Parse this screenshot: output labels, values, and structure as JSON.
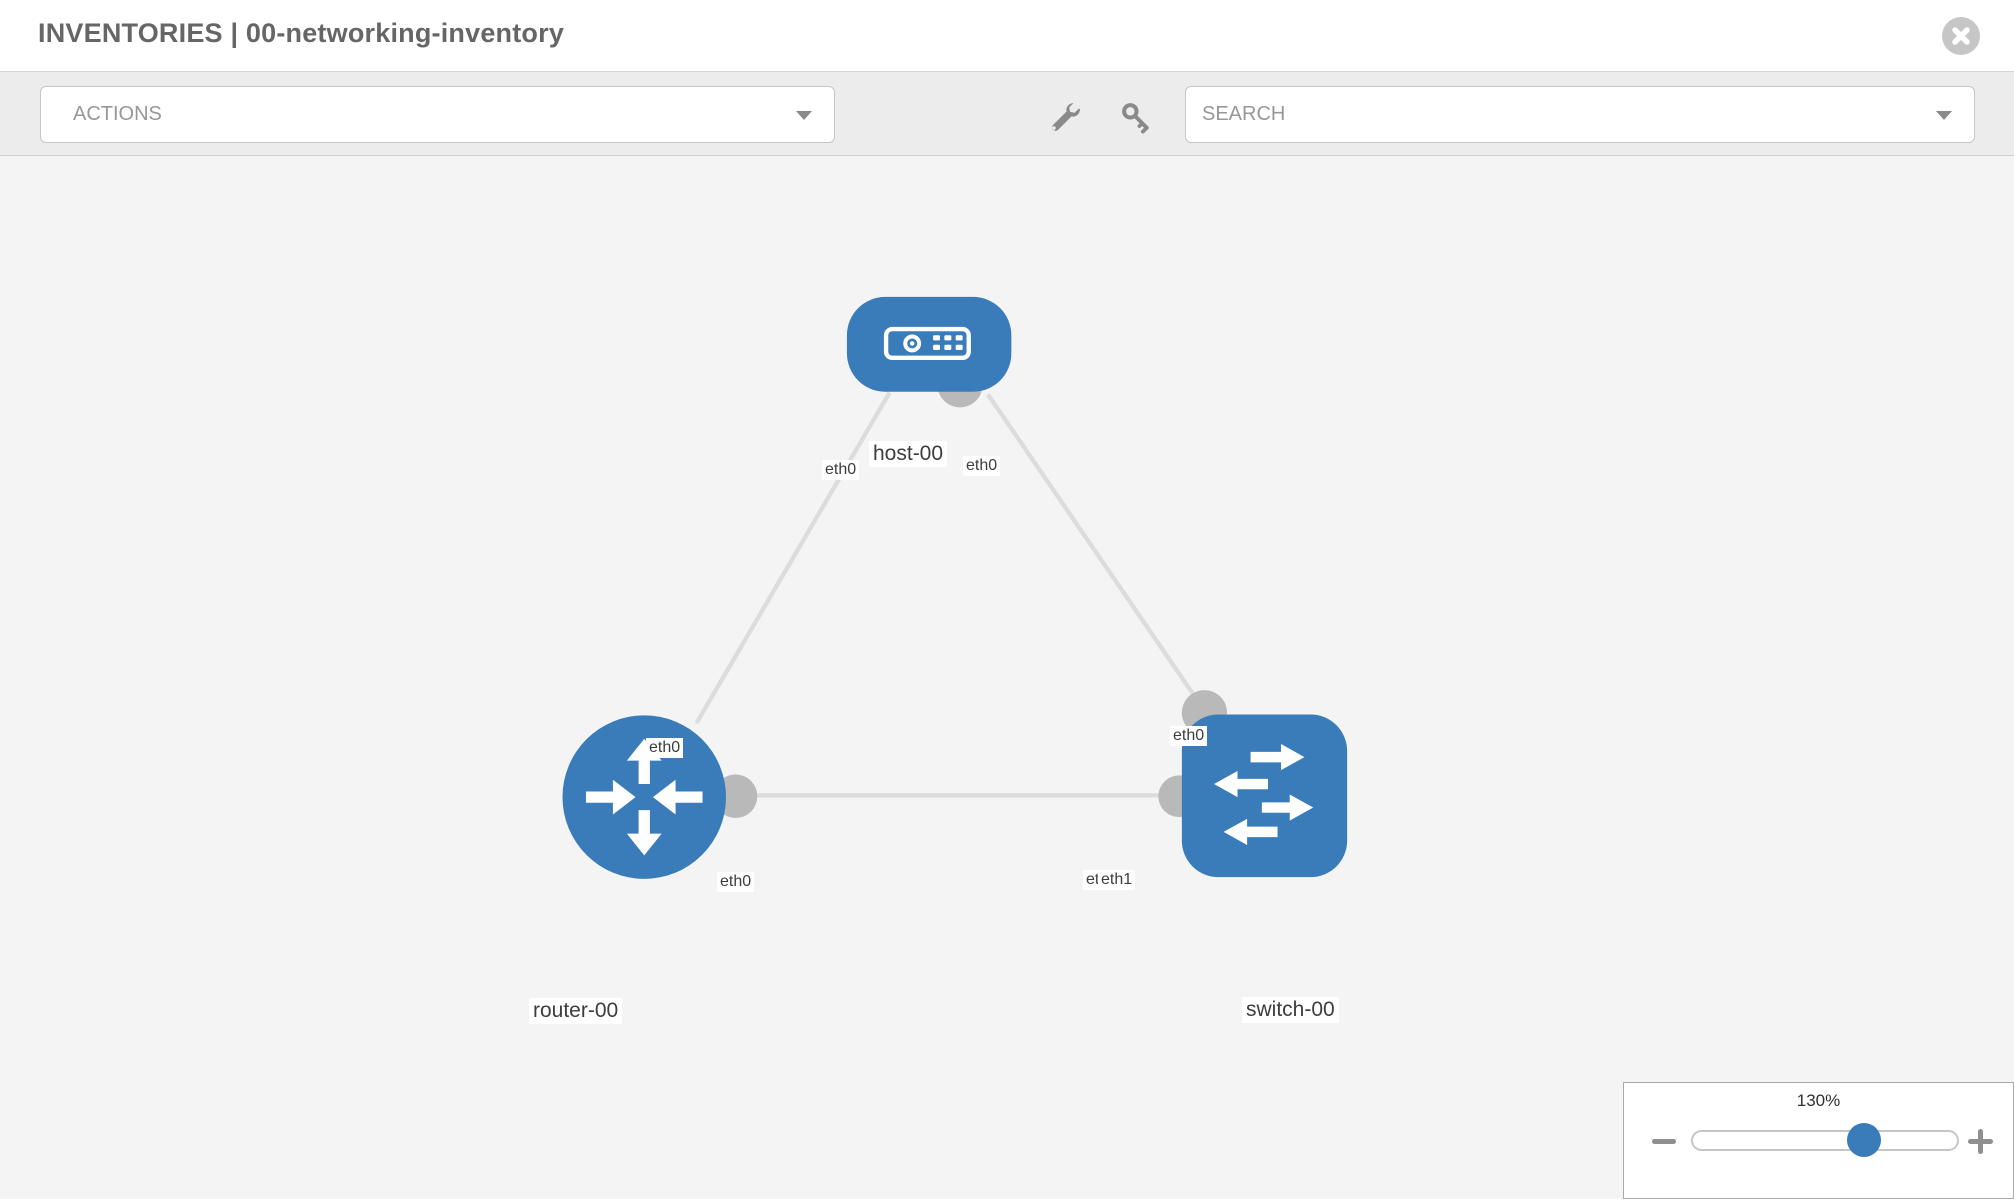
{
  "header": {
    "title": "INVENTORIES | 00-networking-inventory"
  },
  "toolbar": {
    "actions_label": "ACTIONS",
    "search_placeholder": "SEARCH"
  },
  "topology": {
    "nodes": [
      {
        "id": "host-00",
        "type": "host",
        "label": "host-00"
      },
      {
        "id": "router-00",
        "type": "router",
        "label": "router-00"
      },
      {
        "id": "switch-00",
        "type": "switch",
        "label": "switch-00"
      }
    ],
    "links": [
      {
        "source": "host-00",
        "source_port": "eth0",
        "target": "router-00",
        "target_port": "eth0"
      },
      {
        "source": "host-00",
        "source_port": "eth0",
        "target": "switch-00",
        "target_port": "eth0"
      },
      {
        "source": "router-00",
        "source_port": "eth0",
        "target": "switch-00",
        "target_port": "eth1"
      }
    ],
    "port_labels": {
      "host_left": "eth0",
      "host_right": "eth0",
      "router_top": "eth0",
      "switch_top": "eth0",
      "router_right": "eth0",
      "switch_left_under": "eth0",
      "switch_left_over": "eth1"
    }
  },
  "zoom_control": {
    "value": "130%",
    "percent": 130
  },
  "colors": {
    "node_blue": "#3a7cb9",
    "link_gray": "#dcdcdc",
    "interface_gray": "#b9b9b9",
    "toolbar_gray": "#ececec",
    "canvas_gray": "#f4f4f4"
  }
}
